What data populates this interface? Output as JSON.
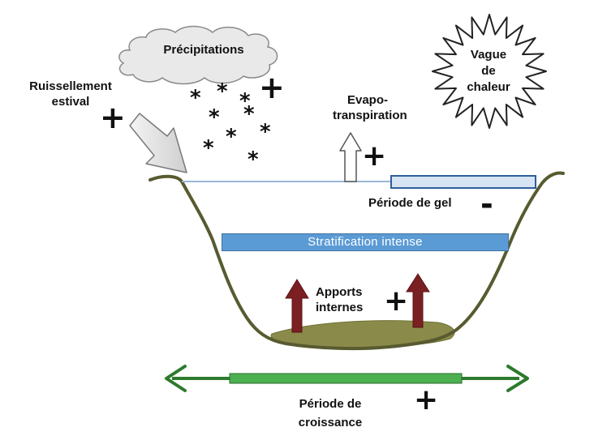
{
  "labels": {
    "precipitations": "Précipitations",
    "ruissellement_line1": "Ruissellement",
    "ruissellement_line2": "estival",
    "evapo_line1": "Evapo-",
    "evapo_line2": "transpiration",
    "vague_line1": "Vague",
    "vague_line2": "de",
    "vague_line3": "chaleur",
    "gel": "Période de gel",
    "stratification": "Stratification intense",
    "apports_line1": "Apports",
    "apports_line2": "internes",
    "croissance_line1": "Période de",
    "croissance_line2": "croissance"
  },
  "signs": {
    "ruissellement": "+",
    "precipitations": "+",
    "evapo": "+",
    "gel": "-",
    "apports": "+",
    "croissance": "+",
    "snow": "*"
  },
  "colors": {
    "bank": "#585a30",
    "sediment": "#8a8b4a",
    "water_line": "#9ab8d8",
    "ice_fill": "#d6e4f3",
    "ice_border": "#2e5f9a",
    "strat_fill": "#5b9bd5",
    "growth_arrow": "#2d7a2d",
    "growth_bar": "#4caf50",
    "internal_arrow": "#7a1f22",
    "cloud_fill": "#e9e9e9",
    "sun_stroke": "#222222"
  }
}
